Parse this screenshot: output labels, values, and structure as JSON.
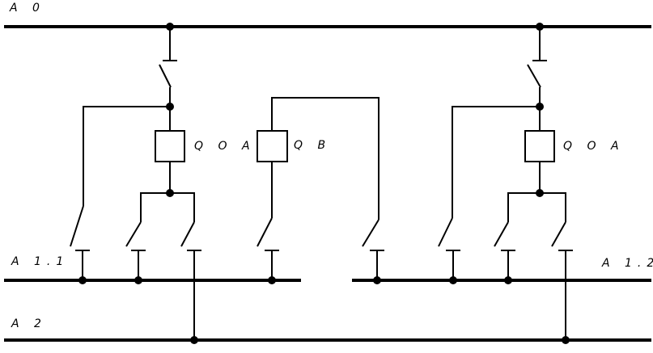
{
  "labels": {
    "busbar_a0": "A 0",
    "busbar_a11": "A 1.1",
    "busbar_a12": "A 1.2",
    "busbar_a2": "A 2",
    "coupler_left": "Q O A",
    "coupler_middle": "Q B",
    "coupler_right": "Q O A"
  },
  "colors": {
    "line": "#000000",
    "background": "#ffffff"
  }
}
